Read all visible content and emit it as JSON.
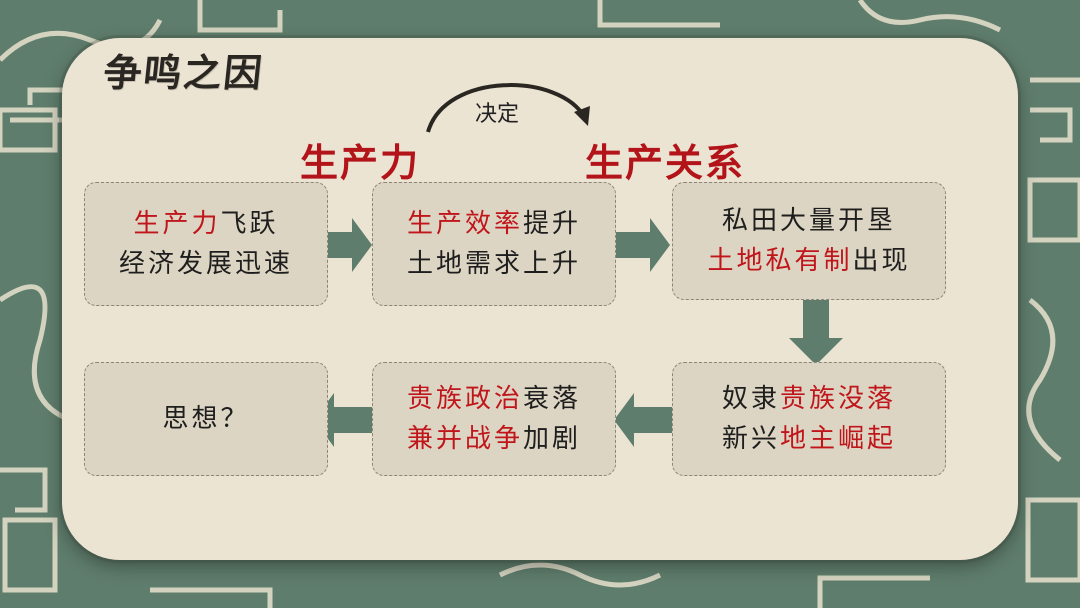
{
  "title": "争鸣之因",
  "top": {
    "left_label": "生产力",
    "right_label": "生产关系",
    "relation": "决定"
  },
  "boxes": {
    "b1": {
      "l1a": "生产力",
      "l1b": "飞跃",
      "l2": "经济发展迅速"
    },
    "b2": {
      "l1a": "生产效率",
      "l1b": "提升",
      "l2": "土地需求上升"
    },
    "b3": {
      "l1": "私田大量开垦",
      "l2a": "土地私有制",
      "l2b": "出现"
    },
    "b4": {
      "l1a": "奴隶",
      "l1b": "贵族没落",
      "l2a": "新兴",
      "l2b": "地主崛起"
    },
    "b5": {
      "l1a": "贵族政治",
      "l1b": "衰落",
      "l2a": "兼并战争",
      "l2b": "加剧"
    },
    "b6": {
      "l1": "思想？"
    }
  },
  "colors": {
    "accent_red": "#c0161b",
    "arrow": "#5f7d6c",
    "panel": "#ece4d3",
    "background": "#5f7d6c"
  }
}
